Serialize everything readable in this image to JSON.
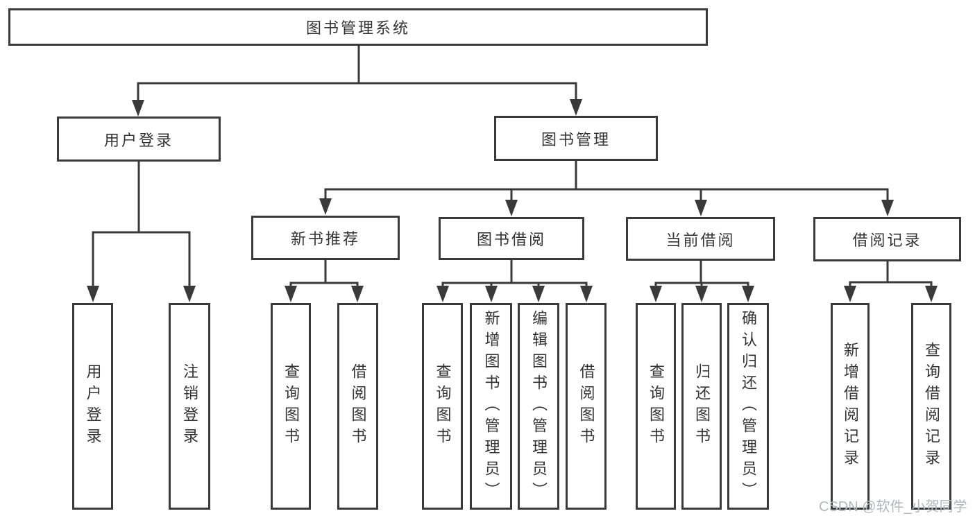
{
  "diagram": {
    "root": {
      "label": "图书管理系统"
    },
    "level2": [
      {
        "label": "用户登录"
      },
      {
        "label": "图书管理"
      }
    ],
    "level3": [
      {
        "label": "新书推荐",
        "parent": "图书管理"
      },
      {
        "label": "图书借阅",
        "parent": "图书管理"
      },
      {
        "label": "当前借阅",
        "parent": "图书管理"
      },
      {
        "label": "借阅记录",
        "parent": "图书管理"
      }
    ],
    "leaves": [
      {
        "label": "用户登录",
        "parent": "用户登录"
      },
      {
        "label": "注销登录",
        "parent": "用户登录"
      },
      {
        "label": "查询图书",
        "parent": "新书推荐"
      },
      {
        "label": "借阅图书",
        "parent": "新书推荐"
      },
      {
        "label": "查询图书",
        "parent": "图书借阅"
      },
      {
        "label": "新增图书（管理员）",
        "parent": "图书借阅"
      },
      {
        "label": "编辑图书（管理员）",
        "parent": "图书借阅"
      },
      {
        "label": "借阅图书",
        "parent": "图书借阅"
      },
      {
        "label": "查询图书",
        "parent": "当前借阅"
      },
      {
        "label": "归还图书",
        "parent": "当前借阅"
      },
      {
        "label": "确认归还（管理员）",
        "parent": "当前借阅"
      },
      {
        "label": "新增借阅记录",
        "parent": "借阅记录"
      },
      {
        "label": "查询借阅记录",
        "parent": "借阅记录"
      }
    ],
    "watermark": "CSDN @软件_小贺同学",
    "colors": {
      "line": "#3a3a3a",
      "text": "#333333",
      "node_fill": "#ffffff",
      "watermark": "#b2b6bc",
      "background": "#ffffff"
    }
  }
}
